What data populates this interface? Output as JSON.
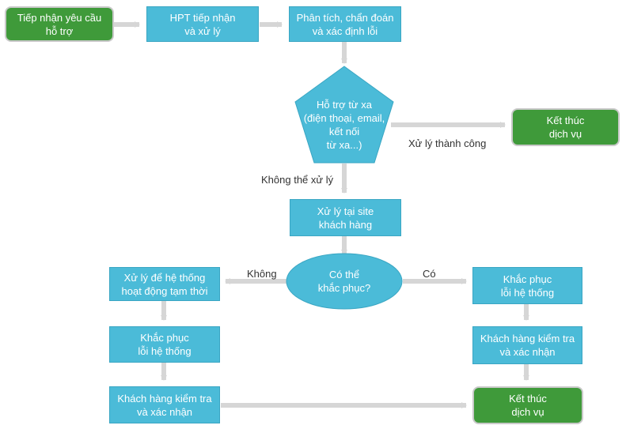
{
  "colors": {
    "process": "#4bbbd8",
    "terminal": "#3f9a3a",
    "arrow": "#d6d6d6"
  },
  "nodes": {
    "receive_request": "Tiếp nhận yêu cầu\nhỗ trợ",
    "hpt_receive": "HPT tiếp nhận\nvà xử lý",
    "analyze": "Phân tích, chẩn đoán\nvà xác định lỗi",
    "remote_support": "Hỗ trợ từ xa\n(điện thoại, email,\nkết nối\ntừ xa...)",
    "end_top": "Kết thúc\ndịch vụ",
    "onsite": "Xử lý tại site\nkhách hàng",
    "can_fix": "Có thể\nkhắc phục?",
    "temp_run": "Xử lý để hệ thống\nhoạt động tạm thời",
    "fix_left": "Khắc phục\nlỗi hệ thống",
    "check_left": "Khách hàng kiểm tra\nvà xác nhận",
    "fix_right": "Khắc phục\nlỗi hệ thống",
    "check_right": "Khách hàng kiểm tra\nvà xác nhận",
    "end_bottom": "Kết thúc\ndịch vụ"
  },
  "edge_labels": {
    "success": "Xử lý thành công",
    "cannot": "Không thể xử lý",
    "no": "Không",
    "yes": "Có"
  }
}
